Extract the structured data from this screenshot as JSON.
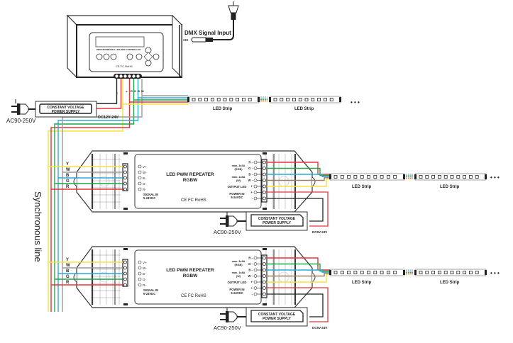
{
  "controller": {
    "title": "PROGRAMMABLE LED DMX CONTROLLER",
    "certs": "CE FC RoHS",
    "terminal_labels": [
      "-",
      "+",
      "R",
      "G",
      "B",
      "W"
    ]
  },
  "dmx_input": {
    "label": "DMX Signal Input"
  },
  "top_power_supply": {
    "label_line1": "CONSTANT VOLTAGE",
    "label_line2": "POWER SUPPLY",
    "ac_input": "AC90-250V",
    "dc_output": "DC12V-24V"
  },
  "top_strips": [
    {
      "label": "LED Strip"
    },
    {
      "label": "LED Strip"
    }
  ],
  "continuation": "• • •",
  "synchronous_line": "Synchronous line",
  "repeaters": [
    {
      "title_line1": "LED PWM REPEATER",
      "title_line2": "RGBW",
      "certs": "CE FC RoHS",
      "input_wire_labels": [
        "Y",
        "W",
        "B",
        "G",
        "R"
      ],
      "input_terminals": [
        "V+",
        "W-",
        "B-",
        "G-",
        "R-"
      ],
      "signal_in_line1": "SIGNAL IN",
      "signal_in_line2": "5-24VDC",
      "output_terminals": [
        "R -",
        "G -",
        "B -",
        "W -",
        "+",
        "+",
        "-"
      ],
      "max_rgb_line1": "max. 3x3A",
      "max_rgb_line2": "(RGB)",
      "max_w_line1": "max. 1x8A",
      "max_w_line2": "(W)",
      "output_led": "OUTPUT LED",
      "power_in_line1": "POWER IN",
      "power_in_line2": "5-24VDC",
      "power_supply": {
        "label_line1": "CONSTANT VOLTAGE",
        "label_line2": "POWER SUPPLY",
        "ac_input": "AC90-250V",
        "dc_output": "DC5V-24V"
      },
      "strips": [
        {
          "label": "LED Strip"
        },
        {
          "label": "LED Strip"
        }
      ]
    },
    {
      "title_line1": "LED PWM REPEATER",
      "title_line2": "RGBW",
      "certs": "CE FC RoHS",
      "input_wire_labels": [
        "Y",
        "W",
        "B",
        "G",
        "R"
      ],
      "input_terminals": [
        "V+",
        "W-",
        "B-",
        "G-",
        "R-"
      ],
      "signal_in_line1": "SIGNAL IN",
      "signal_in_line2": "5-24VDC",
      "output_terminals": [
        "R -",
        "G -",
        "B -",
        "W -",
        "+",
        "+",
        "-"
      ],
      "max_rgb_line1": "max. 3x3A",
      "max_rgb_line2": "(RGB)",
      "max_w_line1": "max. 1x8A",
      "max_w_line2": "(W)",
      "output_led": "OUTPUT LED",
      "power_in_line1": "POWER IN",
      "power_in_line2": "5-24VDC",
      "power_supply": {
        "label_line1": "CONSTANT VOLTAGE",
        "label_line2": "POWER SUPPLY",
        "ac_input": "AC90-250V",
        "dc_output": "DC5V-24V"
      },
      "strips": [
        {
          "label": "LED Strip"
        },
        {
          "label": "LED Strip"
        }
      ]
    }
  ],
  "colors": {
    "yellow": "#f2e33a",
    "red": "#e5343a",
    "green": "#1fa44a",
    "blue": "#2aa9d8",
    "white_wire": "#9a9a9a",
    "black": "#222222"
  }
}
